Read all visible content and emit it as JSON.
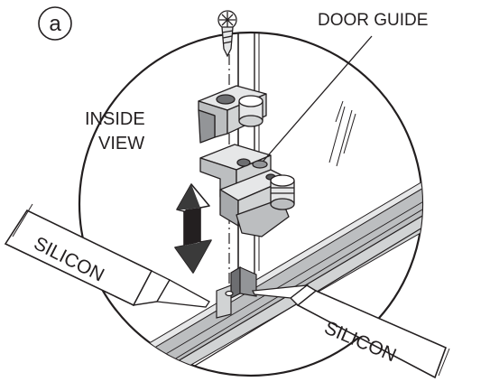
{
  "figure": {
    "step_label": "a",
    "callouts": {
      "door_guide": "DOOR GUIDE",
      "inside_view_line1": "INSIDE",
      "inside_view_line2": "VIEW"
    },
    "tubes": {
      "left_label": "SILICON",
      "right_label": "SILICON"
    }
  }
}
